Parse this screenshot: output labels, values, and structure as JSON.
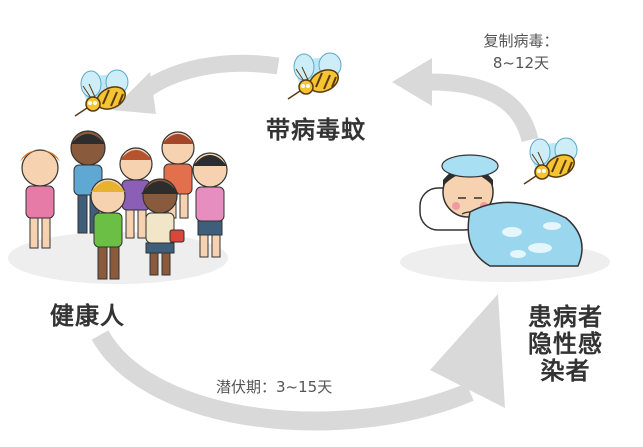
{
  "labels": {
    "mosquito": "带病毒蚊",
    "healthy": "健康人",
    "patient_lines": [
      "患病者",
      "隐性感",
      "染者"
    ],
    "replication_title": "复制病毒：",
    "replication_days": "8~12天",
    "incubation": "潜伏期：3~15天"
  },
  "colors": {
    "arrow": "#d9d9d9",
    "mosquito_body": "#f4c431",
    "mosquito_wing": "#a8dff2",
    "blanket": "#9bd6ef"
  }
}
